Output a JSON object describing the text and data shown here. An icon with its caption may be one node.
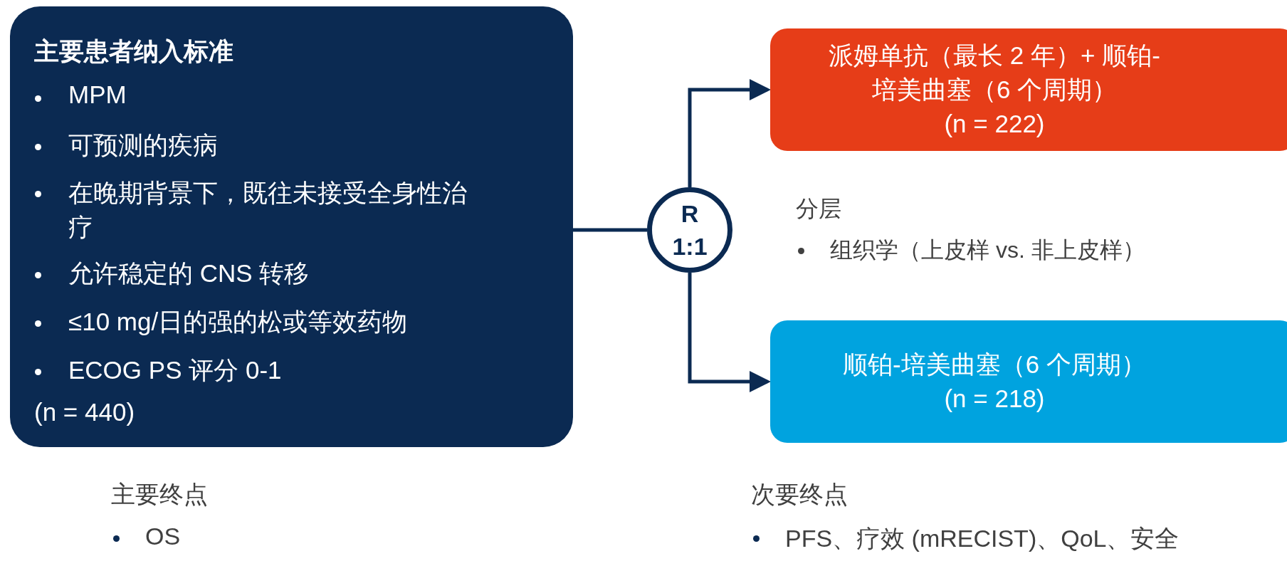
{
  "diagram": {
    "nodes": [
      {
        "text": [
          "主要患者纳入标准",
          "MPM",
          "可预测的疾病",
          "在晚期背景下，既往未接受全身性治疗",
          "允许稳定的 CNS 转移",
          "≤10 mg/日的强的松或等效药物",
          "ECOG PS 评分 0-1",
          "(n = 440)"
        ]
      },
      {
        "text": [
          "R 1:1"
        ]
      },
      {
        "text": [
          "派姆单抗（最长 2 年）+ 顺铂-培美曲塞（6 个周期）",
          "(n = 222)"
        ]
      },
      {
        "text": [
          "顺铂-培美曲塞（6 个周期）",
          "(n = 218)"
        ]
      }
    ],
    "edges": [
      {
        "from": 0,
        "to": 1,
        "arrow": "none"
      },
      {
        "from": 1,
        "to": 2,
        "arrow": "to"
      },
      {
        "from": 1,
        "to": 3,
        "arrow": "to"
      }
    ],
    "labels": [
      "分层",
      "组织学（上皮样 vs. 非上皮样）",
      "主要终点",
      "OS",
      "次要终点",
      "PFS、疗效 (mRECIST)、QoL、安全"
    ]
  }
}
